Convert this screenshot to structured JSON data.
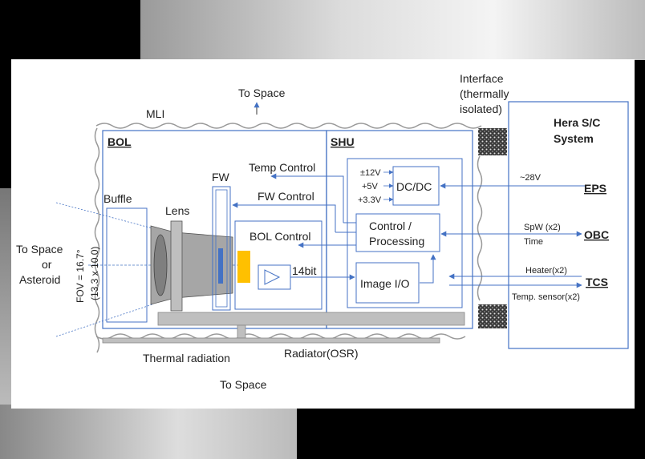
{
  "labels": {
    "mli": "MLI",
    "to_space_top": "To Space",
    "to_space_bottom": "To Space",
    "interface_1": "Interface",
    "interface_2": "(thermally",
    "interface_3": "isolated)",
    "hera_1": "Hera S/C",
    "hera_2": "System",
    "bol": "BOL",
    "shu": "SHU",
    "buffle": "Buffle",
    "lens": "Lens",
    "fw": "FW",
    "bol_control": "BOL Control",
    "temp_control": "Temp Control",
    "fw_control": "FW Control",
    "v12": "±12V",
    "v5": "+5V",
    "v33": "+3.3V",
    "dcdc": "DC/DC",
    "control_1": "Control /",
    "control_2": "Processing",
    "image_io": "Image I/O",
    "bit14": "14bit",
    "v28": "~28V",
    "eps": "EPS",
    "spw": "SpW (x2)",
    "time": "Time",
    "obc": "OBC",
    "heater": "Heater(x2)",
    "temp_sensor": "Temp. sensor(x2)",
    "tcs": "TCS",
    "to_space_left_1": "To Space",
    "to_space_left_2": "or",
    "to_space_left_3": "Asteroid",
    "fov_1": "FOV = 16.7°",
    "fov_2": "(13.3 x 10.0)",
    "thermal": "Thermal radiation",
    "radiator": "Radiator(OSR)"
  },
  "colors": {
    "box_stroke": "#4472C4",
    "arrow": "#4472C4",
    "detector": "#FFC000",
    "fw_filter": "#4472C4",
    "lens": "#A6A6A6",
    "text": "#222222"
  }
}
